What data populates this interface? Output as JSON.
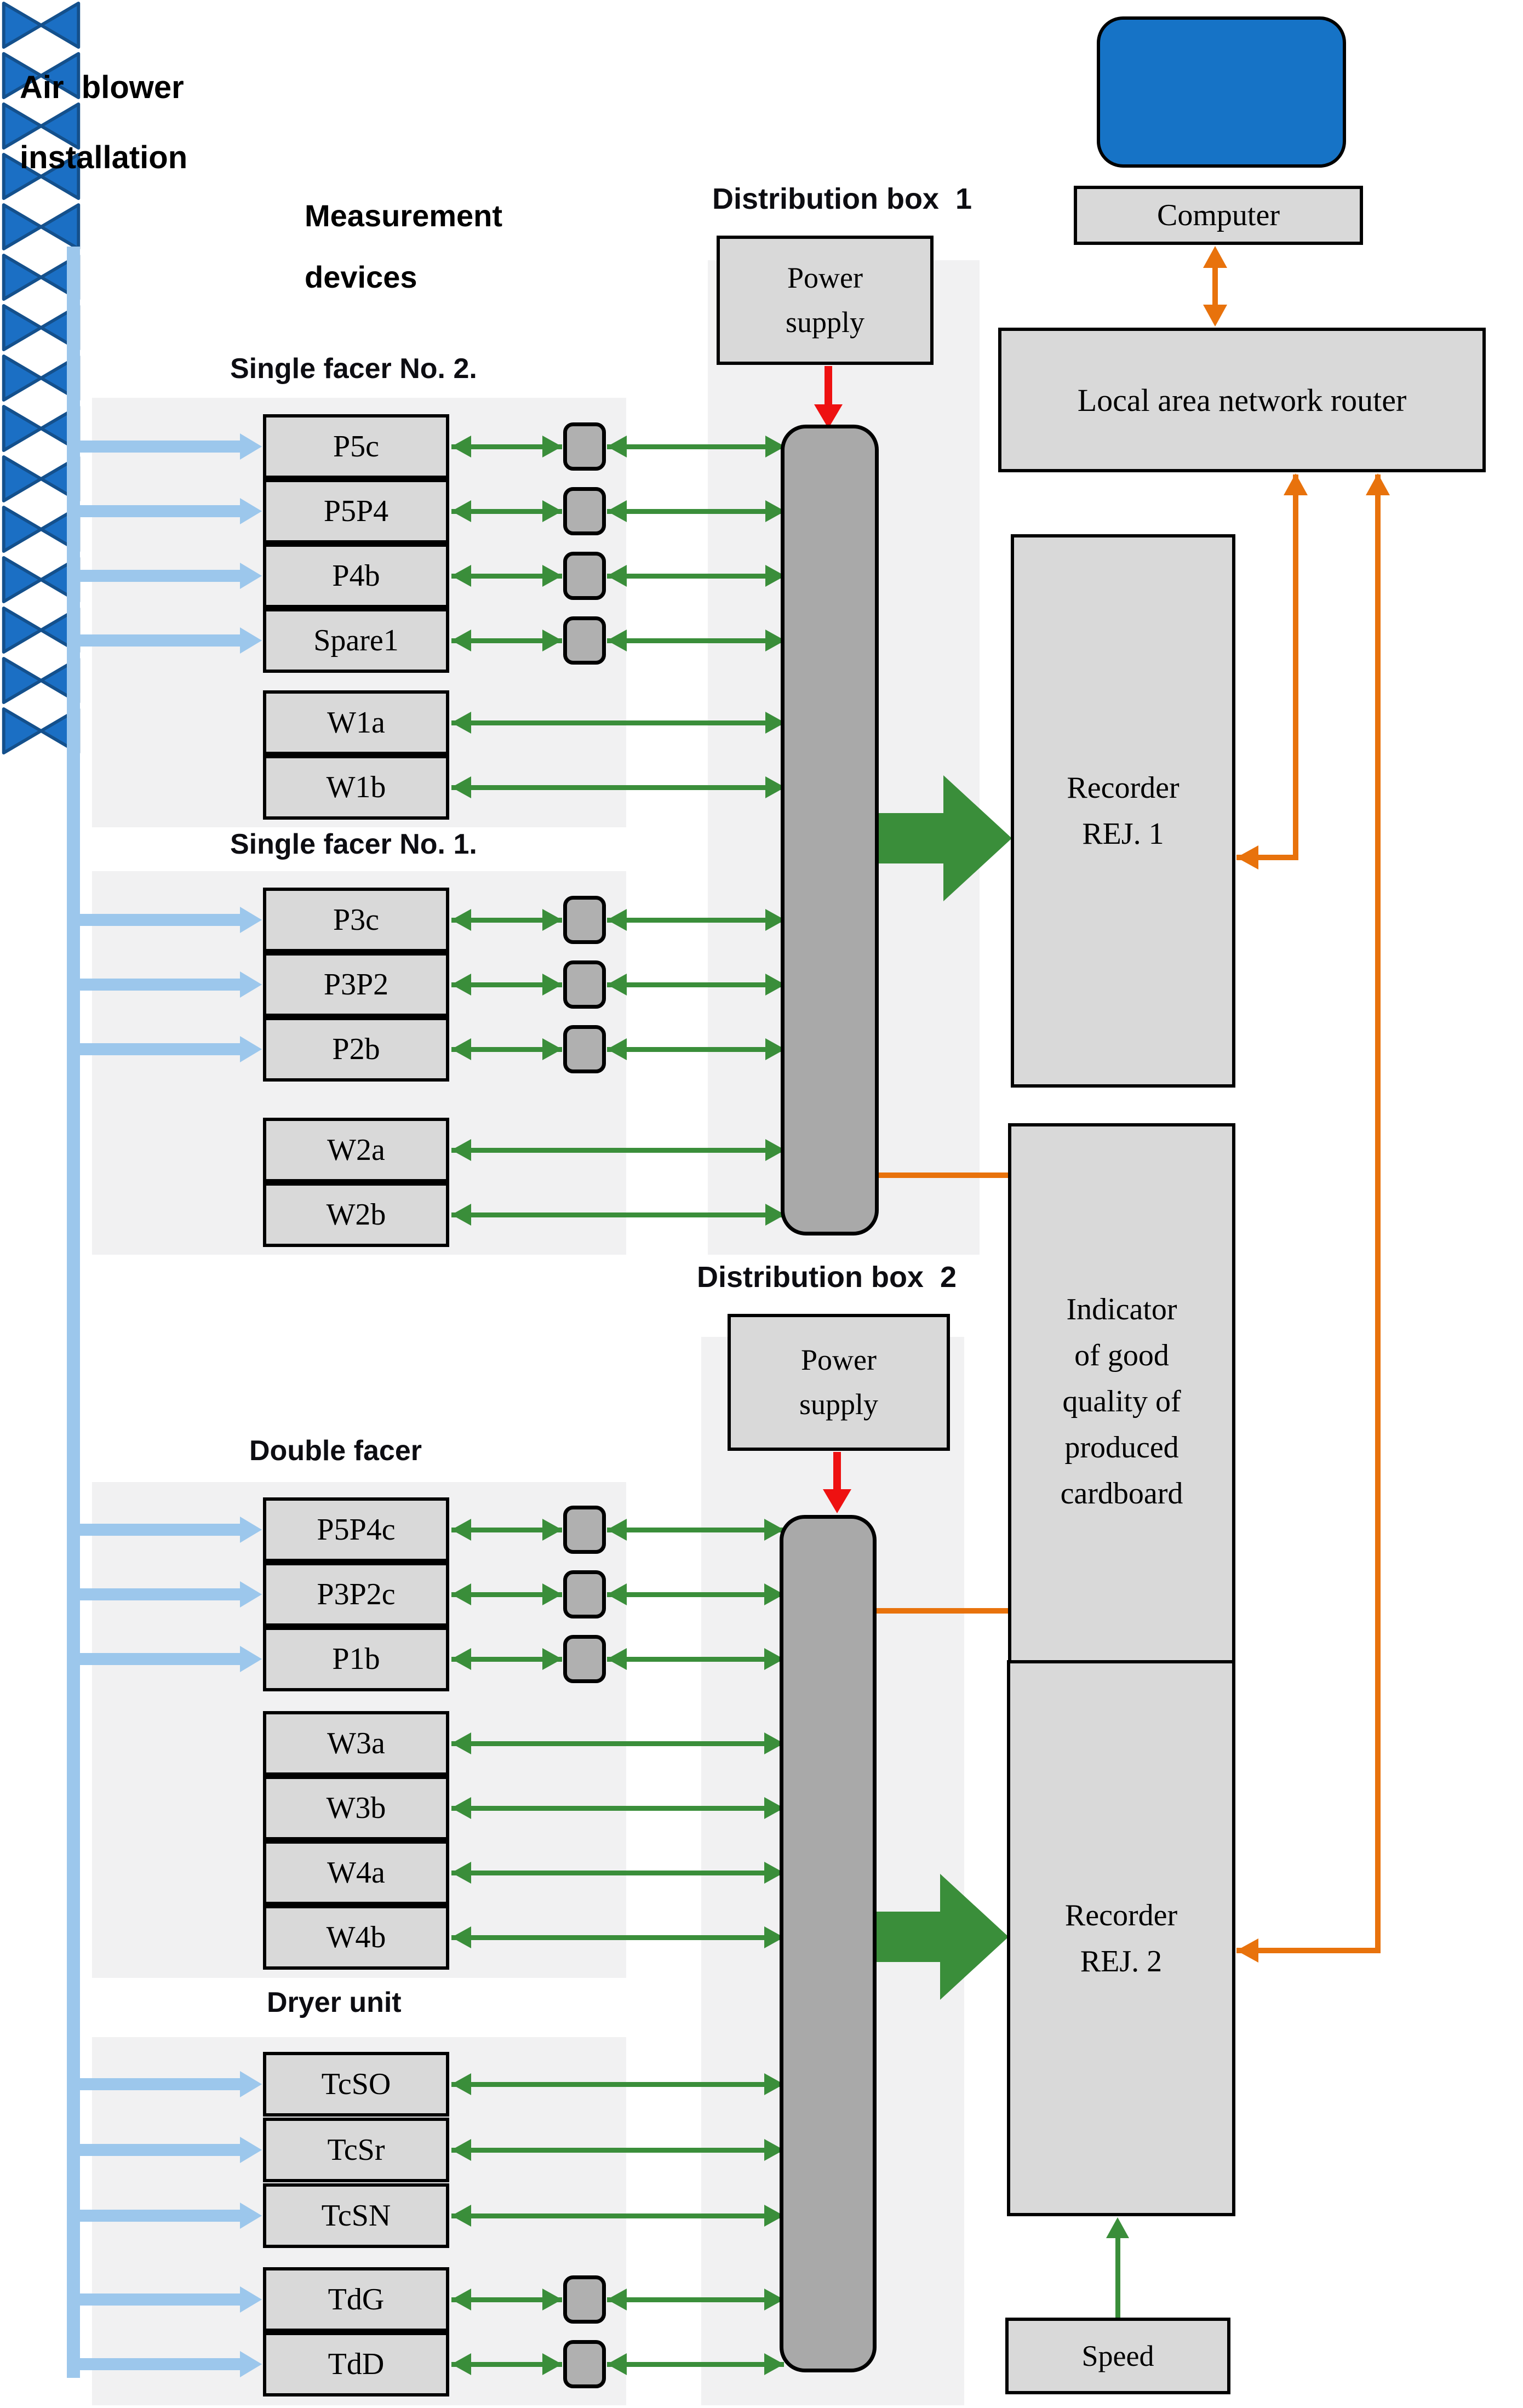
{
  "header": {
    "air_blower_label": "Air  blower\ninstallation",
    "measurement_devices_label": "Measurement\ndevices"
  },
  "colors": {
    "signal_green": "#3a8e3a",
    "network_orange": "#e8720c",
    "power_red": "#ee1111",
    "pipe_blue": "#9cc7ec",
    "valve_blue": "#1b6fc4",
    "monitor_blue": "#1673c6",
    "box_fill": "#d9d9d9",
    "bar_fill": "#a9a9a9",
    "panel_fill": "#f1f1f2"
  },
  "sections": [
    {
      "label": "Single facer No. 2.",
      "rows": [
        {
          "label": "P5c",
          "valve": true,
          "transmitter": true
        },
        {
          "label": "P5P4",
          "valve": true,
          "transmitter": true
        },
        {
          "label": "P4b",
          "valve": true,
          "transmitter": true
        },
        {
          "label": "Spare1",
          "valve": true,
          "transmitter": true
        },
        {
          "label": "W1a",
          "valve": false,
          "transmitter": false
        },
        {
          "label": "W1b",
          "valve": false,
          "transmitter": false
        }
      ]
    },
    {
      "label": "Single facer No. 1.",
      "rows": [
        {
          "label": "P3c",
          "valve": true,
          "transmitter": true
        },
        {
          "label": "P3P2",
          "valve": true,
          "transmitter": true
        },
        {
          "label": "P2b",
          "valve": true,
          "transmitter": true
        },
        {
          "label": "W2a",
          "valve": false,
          "transmitter": false
        },
        {
          "label": "W2b",
          "valve": false,
          "transmitter": false
        }
      ]
    },
    {
      "label": "Double facer",
      "rows": [
        {
          "label": "P5P4c",
          "valve": true,
          "transmitter": true
        },
        {
          "label": "P3P2c",
          "valve": true,
          "transmitter": true
        },
        {
          "label": "P1b",
          "valve": true,
          "transmitter": true
        },
        {
          "label": "W3a",
          "valve": false,
          "transmitter": false
        },
        {
          "label": "W3b",
          "valve": false,
          "transmitter": false
        },
        {
          "label": "W4a",
          "valve": false,
          "transmitter": false
        },
        {
          "label": "W4b",
          "valve": false,
          "transmitter": false
        }
      ]
    },
    {
      "label": "Dryer unit",
      "rows": [
        {
          "label": "TcSO",
          "valve": true,
          "transmitter": false
        },
        {
          "label": "TcSr",
          "valve": true,
          "transmitter": false
        },
        {
          "label": "TcSN",
          "valve": true,
          "transmitter": false
        },
        {
          "label": "TdG",
          "valve": true,
          "transmitter": true
        },
        {
          "label": "TdD",
          "valve": true,
          "transmitter": true
        }
      ]
    }
  ],
  "distribution_boxes": [
    {
      "label": "Distribution box  1",
      "power_supply_label": "Power\nsupply"
    },
    {
      "label": "Distribution box  2",
      "power_supply_label": "Power\nsupply"
    }
  ],
  "right_column": {
    "computer_label": "Computer",
    "router_label": "Local area network router",
    "recorder1_label": "Recorder\nREJ. 1",
    "indicator_label": "Indicator\nof good\nquality of\nproduced\ncardboard",
    "recorder2_label": "Recorder\nREJ. 2",
    "speed_label": "Speed"
  }
}
